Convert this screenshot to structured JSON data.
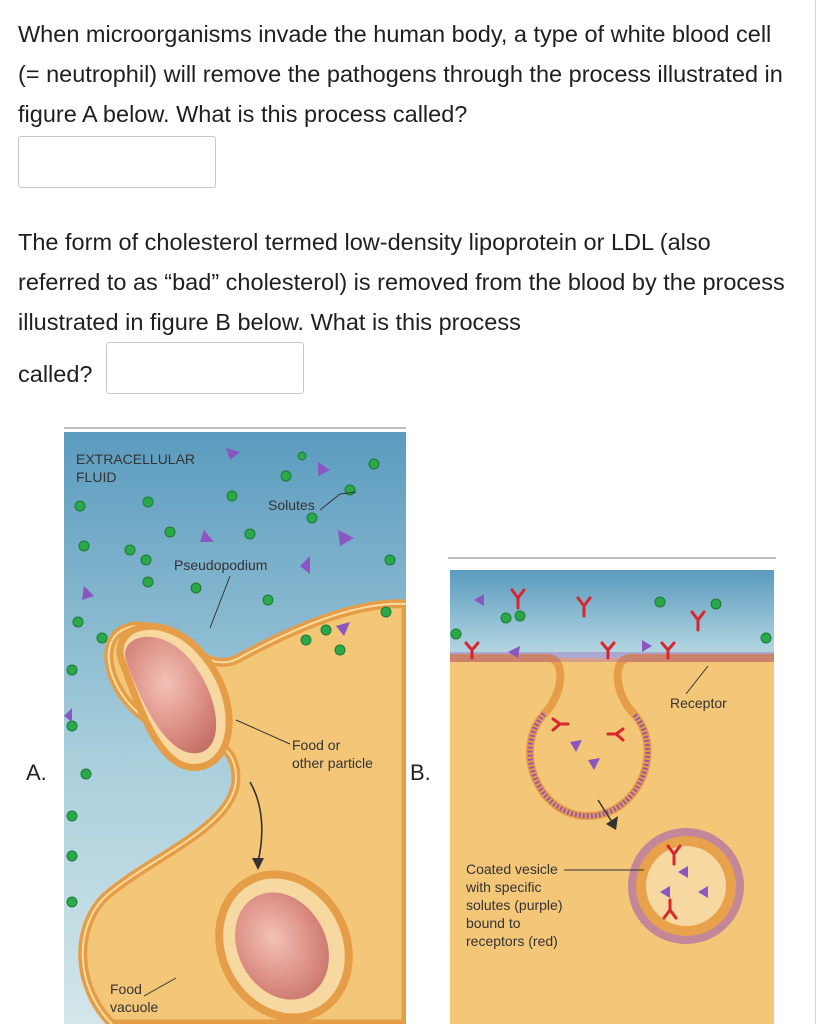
{
  "questions": [
    {
      "text": "When microorganisms invade the human body, a type of white blood cell (= neutrophil) will remove the pathogens through the process illustrated in figure A below. What is this process called?",
      "answer_value": "",
      "answer_placeholder": ""
    },
    {
      "text": "The form of cholesterol termed low-density lipoprotein or LDL (also referred to as “bad” cholesterol) is removed from the blood by the process illustrated in figure B below. What is this process",
      "text_tail": "called?",
      "answer_value": "",
      "answer_placeholder": ""
    }
  ],
  "figure_a": {
    "panel_label": "A.",
    "extracellular_line1": "EXTRACELLULAR",
    "extracellular_line2": "FLUID",
    "solutes": "Solutes",
    "pseudopodium": "Pseudopodium",
    "food_line1": "Food or",
    "food_line2": "other particle",
    "vacuole_line1": "Food",
    "vacuole_line2": "vacuole"
  },
  "figure_b": {
    "panel_label": "B.",
    "receptor": "Receptor",
    "vesicle_lines": [
      "Coated vesicle",
      "with specific",
      "solutes (purple)",
      "bound to",
      "receptors (red)"
    ]
  },
  "colors": {
    "fluid_top": "#5f9ec0",
    "fluid_bottom": "#bfd9e2",
    "cytoplasm": "#f4c678",
    "membrane": "#e9a24a",
    "particle": "#d98a80",
    "solute_green": "#2aa84a",
    "solute_purple": "#8a56c2",
    "receptor_red": "#d8262c"
  }
}
